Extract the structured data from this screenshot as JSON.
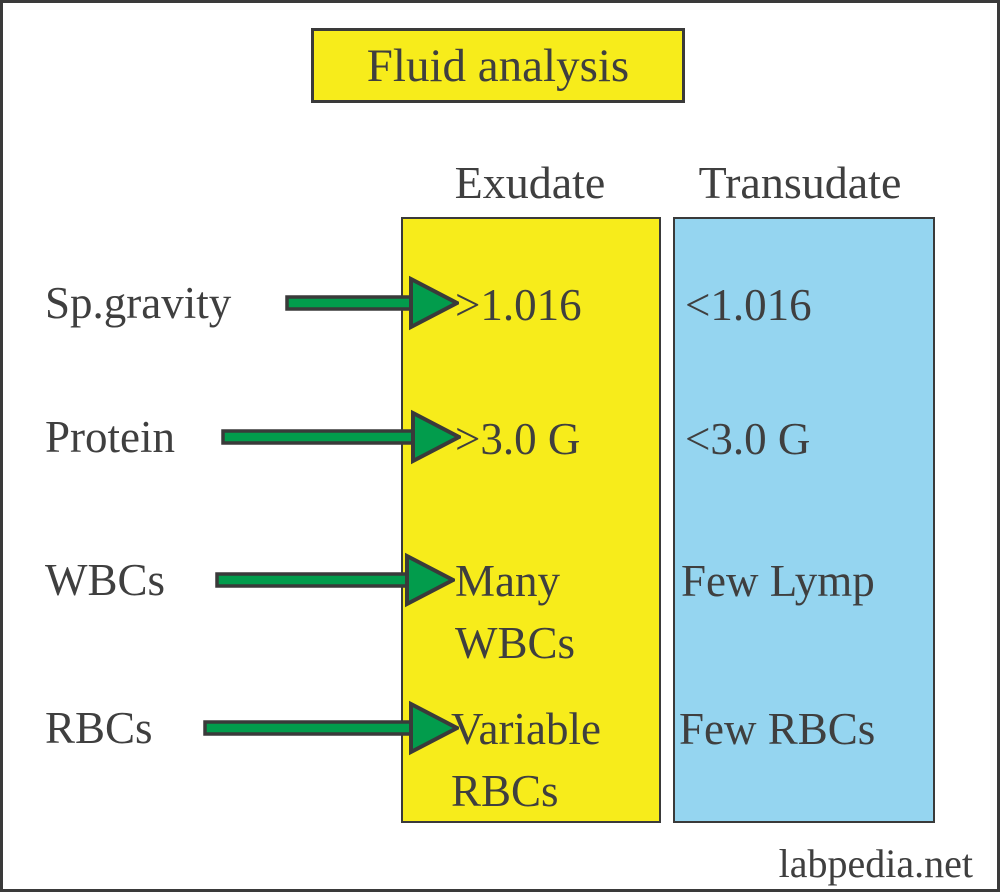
{
  "page": {
    "title": "Fluid analysis",
    "footer": "labpedia.net"
  },
  "table": {
    "headers": {
      "exudate": "Exudate",
      "transudate": "Transudate"
    },
    "rows": [
      {
        "label": "Sp.gravity",
        "exudate": ">1.016",
        "transudate": "<1.016"
      },
      {
        "label": "Protein",
        "exudate": ">3.0 G",
        "transudate": "<3.0 G"
      },
      {
        "label": "WBCs",
        "exudate": "Many\nWBCs",
        "transudate": "Few Lymp"
      },
      {
        "label": "RBCs",
        "exudate": "Variable\nRBCs",
        "transudate": "Few RBCs"
      }
    ]
  },
  "colors": {
    "exudate_fill": "#f7ec1b",
    "transudate_fill": "#95d5f0",
    "title_fill": "#f7ec1b",
    "arrow_fill": "#029c4c",
    "outline": "#3a3a3a",
    "text": "#3f3f3f"
  }
}
